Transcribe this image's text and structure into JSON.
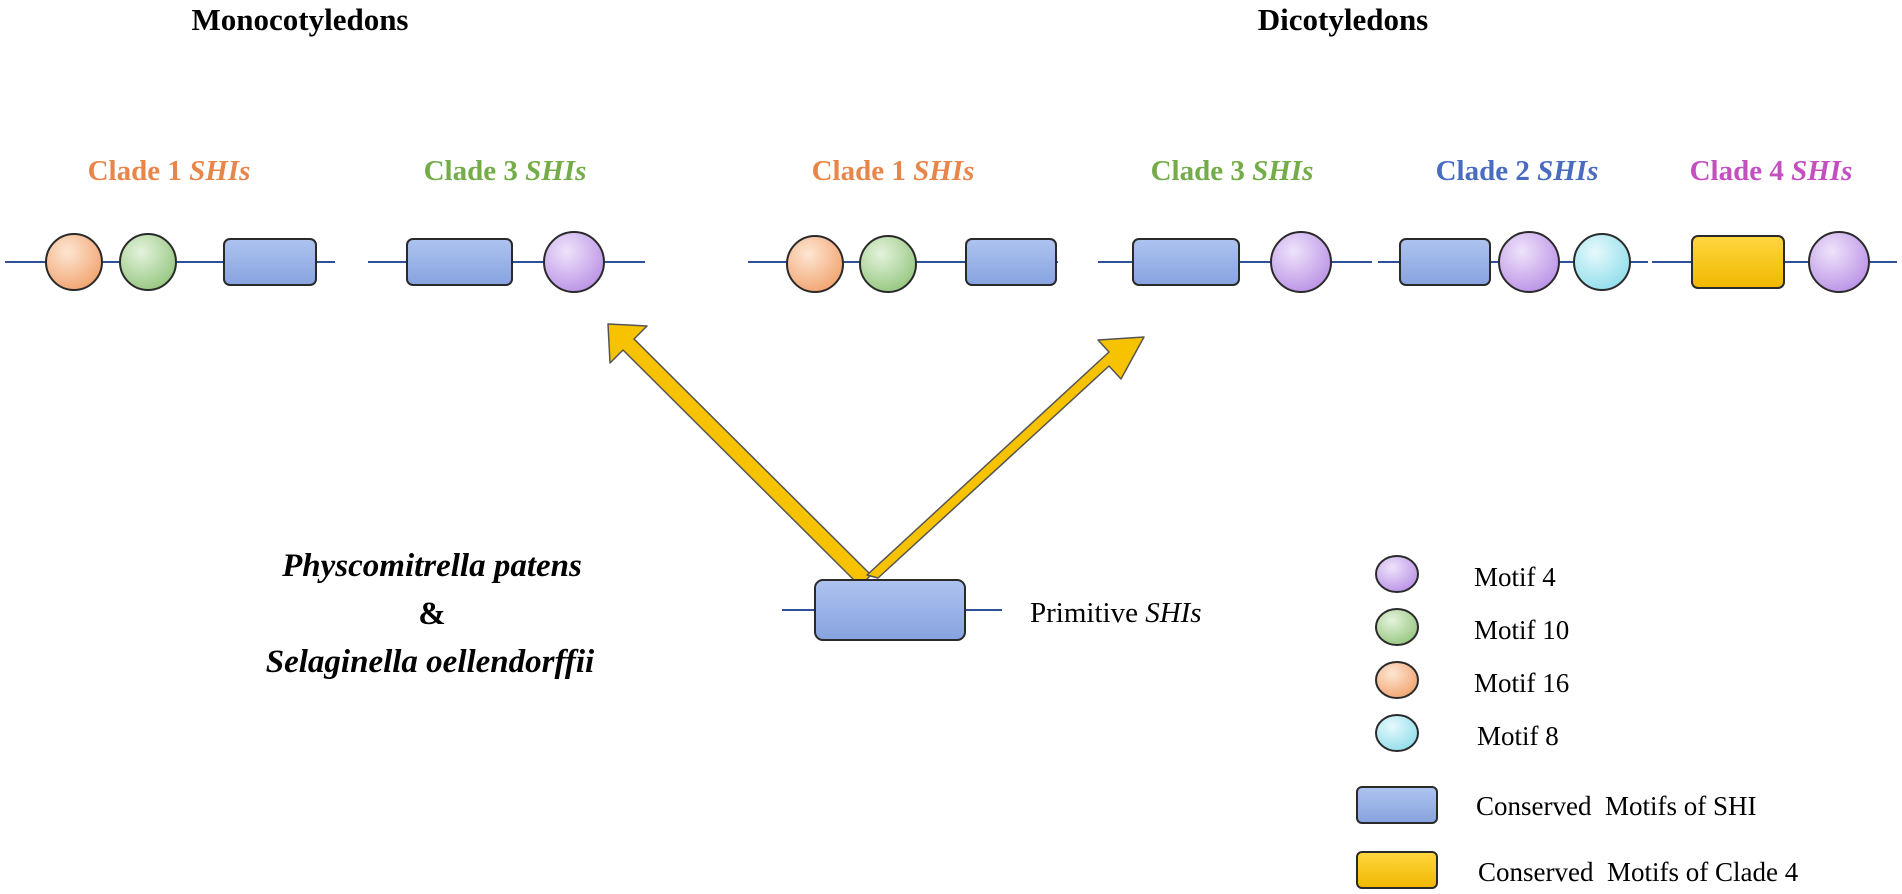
{
  "headings": {
    "monocots": "Monocotyledons",
    "dicots": "Dicotyledons"
  },
  "colors": {
    "motif4": "#c9a6ec",
    "motif10": "#a9d497",
    "motif16": "#f5b387",
    "motif8": "#a8e8f2",
    "conserved_shi": "#93aee6",
    "conserved_clade4": "#f7c200",
    "arrow": "#f7c200",
    "line": "#2e4f9a",
    "clade1": "#e8864a",
    "clade3": "#74ac49",
    "clade2": "#4a6cc0",
    "clade4": "#c44fc0"
  },
  "clades": {
    "mono_c1": {
      "label": "Clade 1 ",
      "italic": "SHIs"
    },
    "mono_c3": {
      "label": "Clade 3 ",
      "italic": "SHIs"
    },
    "dicot_c1": {
      "label": "Clade 1 ",
      "italic": "SHIs"
    },
    "dicot_c3": {
      "label": "Clade 3 ",
      "italic": "SHIs"
    },
    "dicot_c2": {
      "label": "Clade 2 ",
      "italic": "SHIs"
    },
    "dicot_c4": {
      "label": "Clade 4 ",
      "italic": "SHIs"
    }
  },
  "species": {
    "line1": "Physcomitrella patens",
    "line2": "&",
    "line3": "Selaginella oellendorffii"
  },
  "primitive": {
    "prefix": "Primitive ",
    "italic": "SHIs"
  },
  "legend": {
    "motif4": "Motif 4",
    "motif10": "Motif 10",
    "motif16": "Motif 16",
    "motif8": "Motif 8",
    "conserved_shi": "Conserved  Motifs of SHI",
    "conserved_clade4": "Conserved  Motifs of Clade 4"
  }
}
